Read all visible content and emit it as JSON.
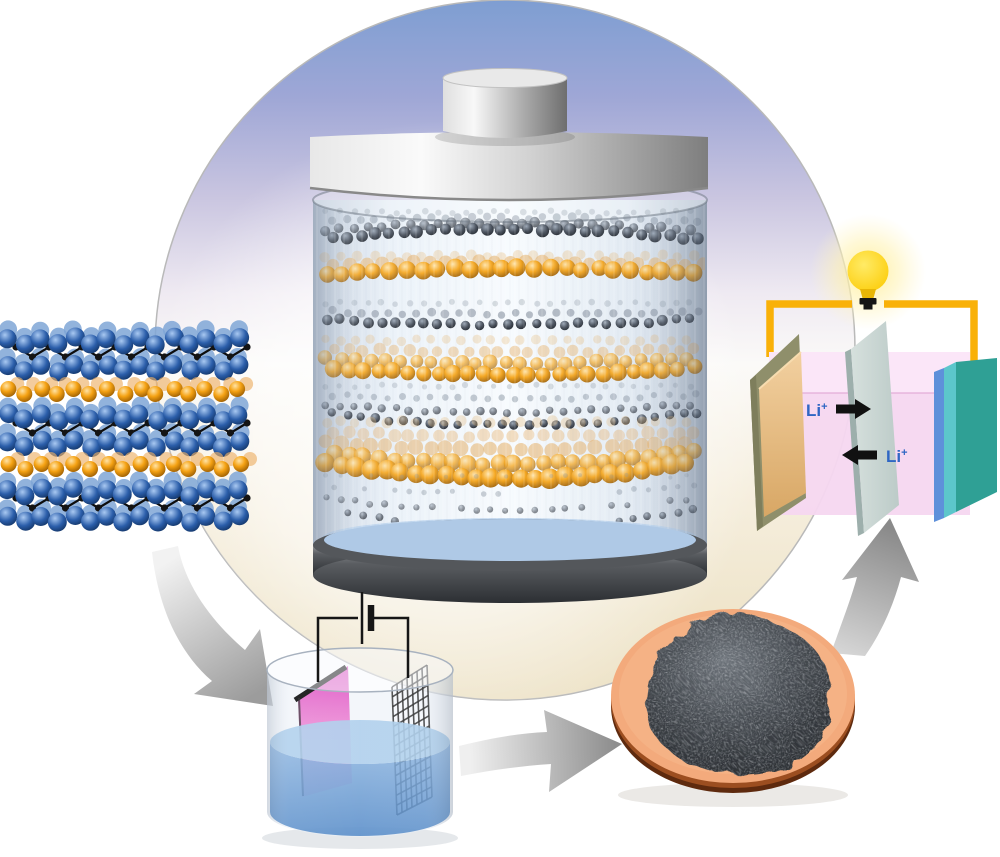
{
  "labels": {
    "ion_forward": {
      "text": "Li",
      "sup": "+"
    },
    "ion_backward": {
      "text": "Li",
      "sup": "+"
    }
  },
  "icons": {
    "light_bulb": "bulb-icon",
    "dc_power_source": "battery-cell-symbol",
    "process_arrows": [
      "arrow-down-right",
      "arrow-right",
      "arrow-up-right"
    ],
    "ion_arrows": [
      "arrow-right",
      "arrow-left"
    ]
  },
  "colors": {
    "circuit_yellow": "#F9B108",
    "bulb_yellow": "#FFD41E",
    "electrolyte_pink": "#F6D7F0",
    "electrolyte_pink_light": "#FBE6F8",
    "separator_gray": "#C8D5D2",
    "anode_tan": "#E3BE8A",
    "anode_backing_olive": "#8F8F6B",
    "cathode_teal": "#2FA095",
    "cathode_edge_blue": "#5E90DA",
    "li_label_blue": "#2F66C4",
    "cell_liquid_blue": "#5E9AD8",
    "pink_electrode": "#E660CA",
    "nanosheet_orange": "#F5A213",
    "nanosheet_dark": "#2B323D",
    "crystal_blue": "#1F4E96",
    "intercalant_orange": "#E8951F",
    "powder_dark_gray": "#3A3F44",
    "dish_copper": "#F3AA7C",
    "arrow_gray": "#9C9C9C",
    "background_blue": "#7E9ED2",
    "background_cream": "#EFE5CB"
  }
}
